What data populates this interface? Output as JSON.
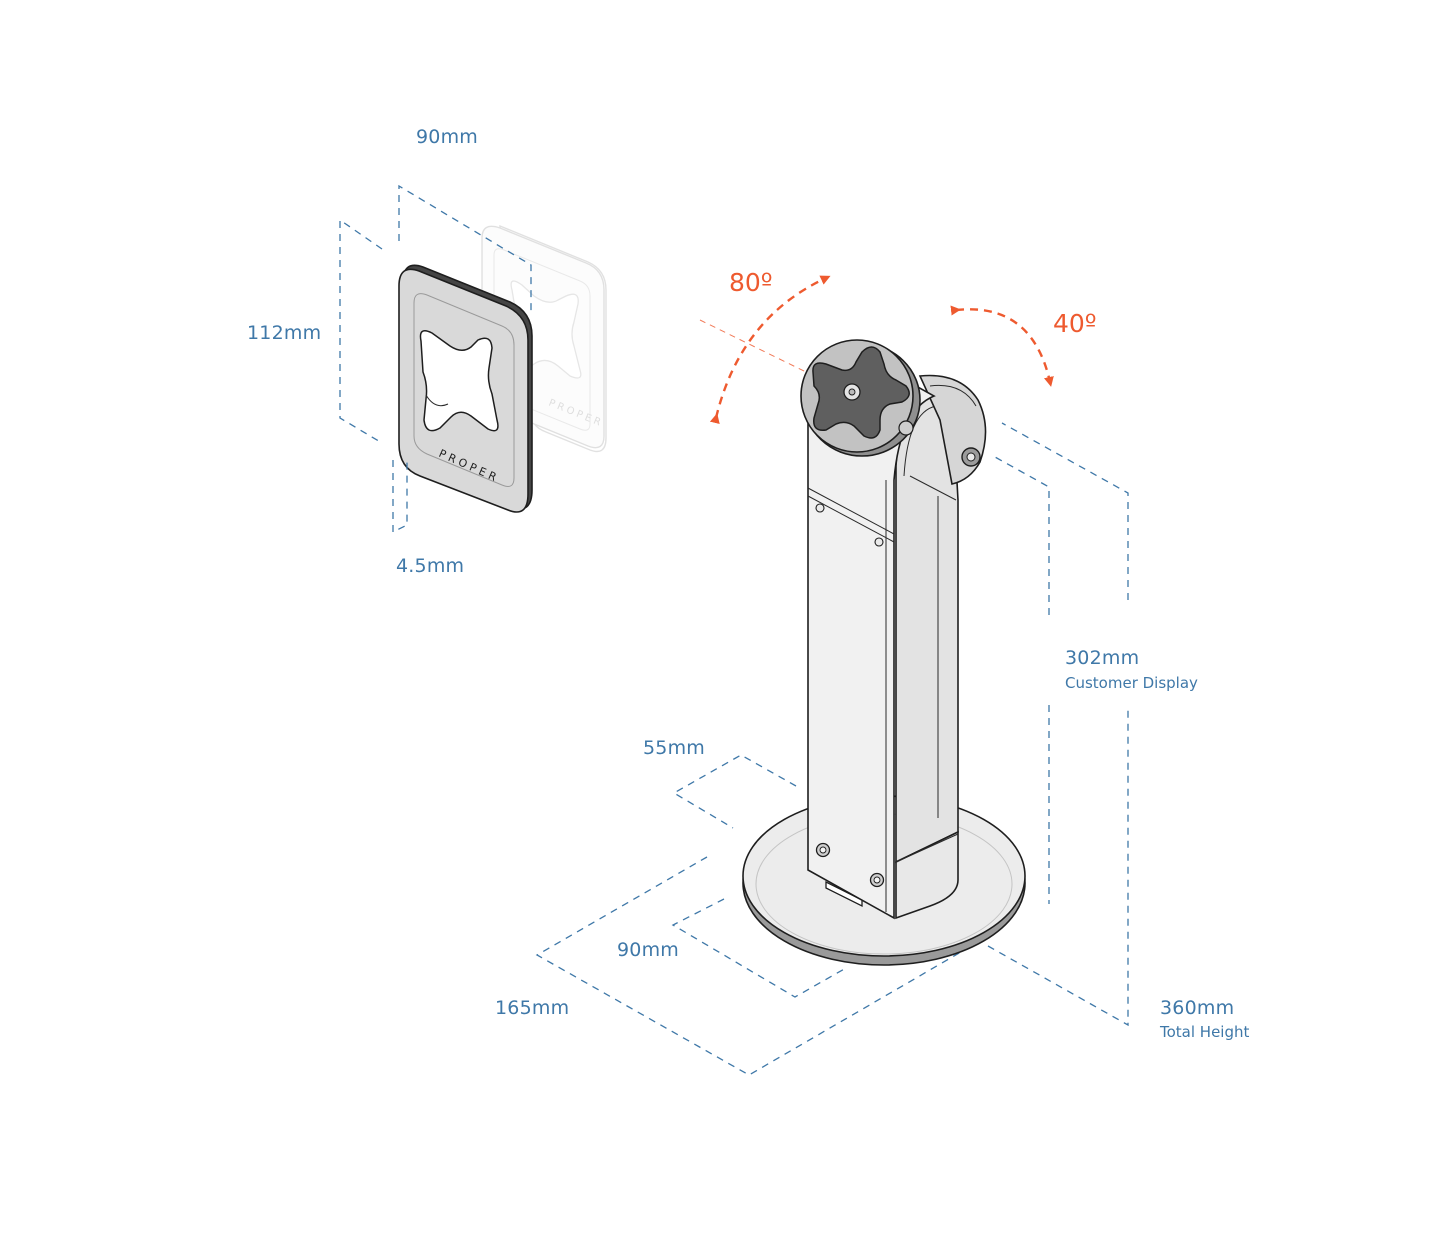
{
  "plate": {
    "brand": "PROPER",
    "ghost_brand": "PROPER"
  },
  "dimensions": {
    "plate_width": "90mm",
    "plate_height": "112mm",
    "plate_thickness": "4.5mm",
    "base_depth_small": "55mm",
    "base_width": "90mm",
    "base_diameter": "165mm",
    "display_height": "302mm",
    "display_height_caption": "Customer Display",
    "total_height": "360mm",
    "total_height_caption": "Total Height"
  },
  "angles": {
    "tilt": "80º",
    "swivel": "40º"
  },
  "colors": {
    "dimension": "#3f78a8",
    "rotation": "#ee5a2f",
    "ink": "#1e1e1e"
  }
}
